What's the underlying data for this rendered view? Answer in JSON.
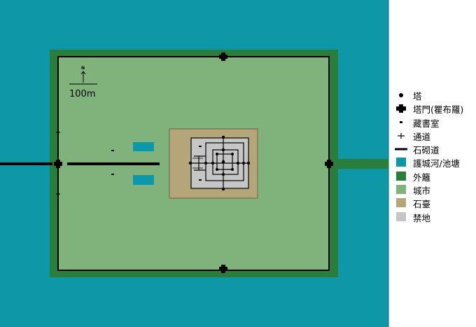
{
  "colors": {
    "moat": "#0e97a6",
    "outer_wall": "#2b7d3b",
    "city": "#80b27c",
    "terrace": "#b5a67a",
    "forbidden": "#c6c6c6",
    "line": "#000000"
  },
  "scale": {
    "north_label": "N",
    "distance_label": "100m"
  },
  "legend": [
    {
      "symbol": "dot-icon",
      "label": "塔"
    },
    {
      "symbol": "gopura-icon",
      "label": "塔門(瞿布羅)"
    },
    {
      "symbol": "library-icon",
      "label": "藏書室"
    },
    {
      "symbol": "passage-icon",
      "label": "通道"
    },
    {
      "symbol": "causeway-icon",
      "label": "石砌道"
    },
    {
      "symbol": "swatch-moat",
      "label": "護城河/池塘"
    },
    {
      "symbol": "swatch-outer-wall",
      "label": "外籬"
    },
    {
      "symbol": "swatch-city",
      "label": "城市"
    },
    {
      "symbol": "swatch-terrace",
      "label": "石臺"
    },
    {
      "symbol": "swatch-forbidden",
      "label": "禁地"
    }
  ]
}
